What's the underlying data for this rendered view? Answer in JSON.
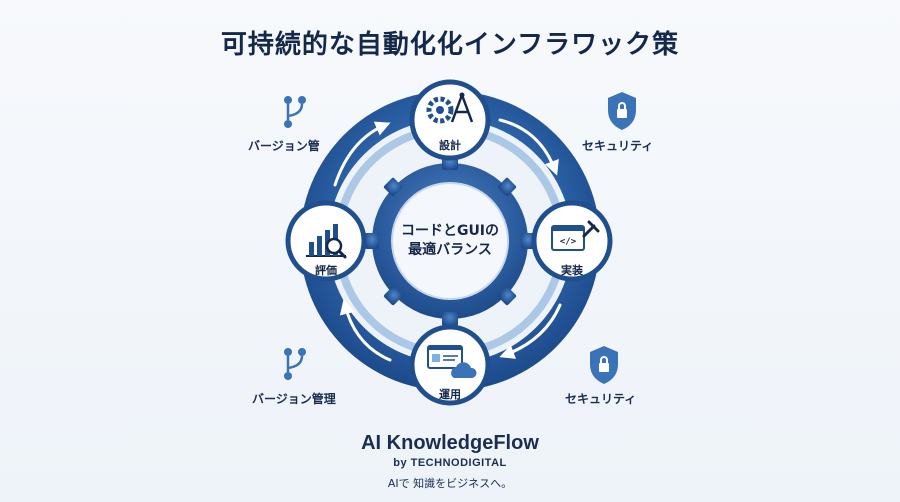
{
  "title": "可持続的な自動化化インフラワック策",
  "center": {
    "line1": "コードとGUIの",
    "line2": "最適バランス"
  },
  "nodes": {
    "top": {
      "label": "設計",
      "icon": "gear-compass-icon"
    },
    "right": {
      "label": "実装",
      "icon": "code-hammer-icon"
    },
    "bottom": {
      "label": "運用",
      "icon": "cloud-dashboard-icon"
    },
    "left": {
      "label": "評価",
      "icon": "chart-magnifier-icon"
    }
  },
  "side_labels": {
    "top_left": "バージョン管",
    "top_right": "セキュリティ",
    "bottom_left": "バージョン管理",
    "bottom_right": "セキュリティ"
  },
  "side_icons": {
    "top_left": "branch-icon",
    "top_right": "shield-lock-icon",
    "bottom_left": "branch-icon",
    "bottom_right": "shield-lock-icon"
  },
  "footer": {
    "brand": "AI KnowledgeFlow",
    "by": "by TECHNODIGITAL",
    "tagline": "AIで 知識をビジネスへ。"
  },
  "colors": {
    "dark_blue": "#1f4f8f",
    "mid_blue": "#3a73b8",
    "light_blue": "#7fb0e0",
    "navy": "#14284b"
  }
}
